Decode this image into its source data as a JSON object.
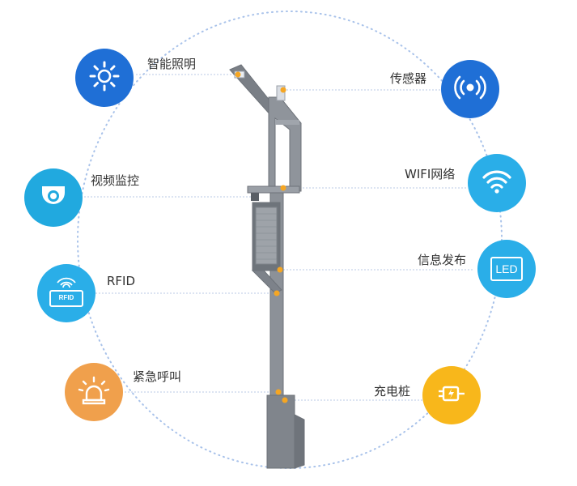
{
  "features": {
    "lighting": {
      "label": "智能照明"
    },
    "sensor": {
      "label": "传感器"
    },
    "video": {
      "label": "视频监控"
    },
    "wifi": {
      "label": "WIFI网络"
    },
    "rfid": {
      "label": "RFID",
      "icon_text": "RFID"
    },
    "info": {
      "label": "信息发布",
      "icon_text": "LED"
    },
    "emergency": {
      "label": "紧急呼叫"
    },
    "charging": {
      "label": "充电桩"
    }
  },
  "colors": {
    "blue_dark": "#1f6fd6",
    "blue_light": "#2aaee8",
    "cyan": "#21a9df",
    "orange": "#f0a04c",
    "yellow": "#f8b71b",
    "pole": "#8a8f96",
    "dot_line": "#a8c2ea"
  },
  "icons": {
    "lighting": "sun-icon",
    "sensor": "signal-broadcast-icon",
    "video": "camera-icon",
    "wifi": "wifi-icon",
    "rfid": "rfid-card-icon",
    "info": "led-screen-icon",
    "emergency": "alarm-light-icon",
    "charging": "charging-plug-icon"
  }
}
